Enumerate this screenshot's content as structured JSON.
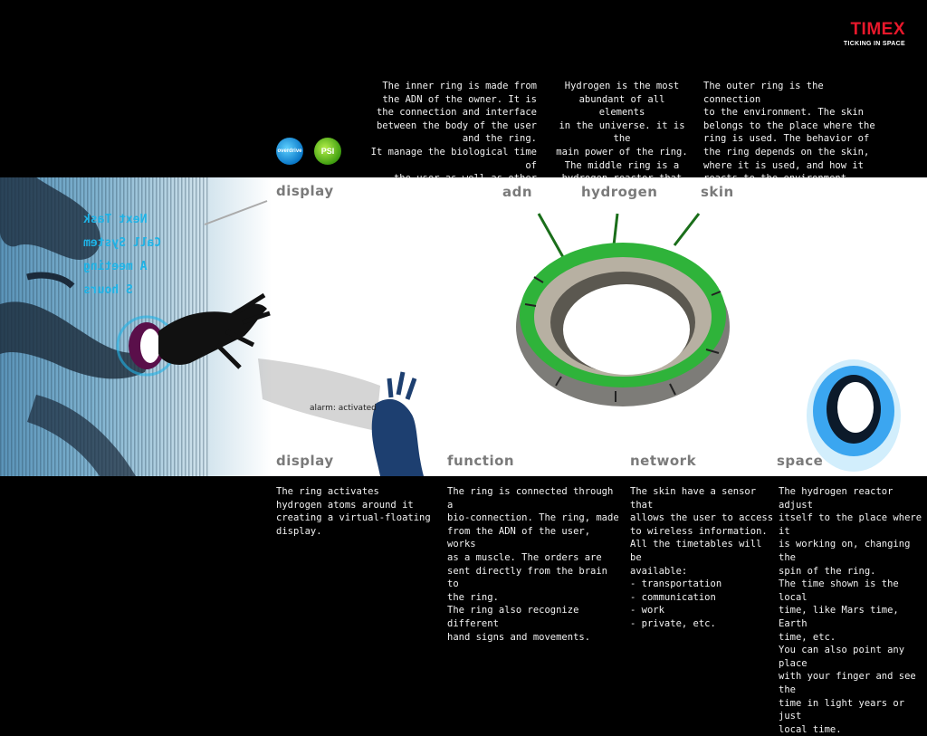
{
  "brand": {
    "name": "TIMEX",
    "tagline": "TICKING IN SPACE"
  },
  "badges": {
    "left": "overdrive",
    "right": "PSI"
  },
  "top_descriptions": {
    "inner_ring": "The inner ring is made from\nthe ADN of the owner.  It is\nthe  connection and interface\nbetween the body of the user\nand the ring.\nIt manage the biological time of\nthe user as well as other information.",
    "hydrogen": "Hydrogen is the most\nabundant of all elements\nin the universe.  it is the\nmain power of the ring.\nThe middle ring is a\nhydrogen reactor that\nmakes the ring work.",
    "outer_ring": "The outer ring is the connection\nto the environment.  The skin\nbelongs to the place where the\nring is used.  The behavior of\nthe ring depends on the skin,\nwhere it is used, and how it\nreacts to the environment."
  },
  "ring_labels": {
    "display": "display",
    "adn": "adn",
    "hydrogen": "hydrogen",
    "skin": "skin"
  },
  "mirrored_display_text": "Next Task\nCall System\nA meeting\nS hours",
  "alarm_text": "alarm: activated",
  "sections": [
    {
      "title": "display",
      "text": "The ring activates\nhydrogen atoms around it\ncreating a virtual-floating\ndisplay."
    },
    {
      "title": "function",
      "text": "The ring is connected through a\nbio-connection.  The ring, made\nfrom the ADN of the user, works\nas a muscle.  The orders are\nsent directly from the brain to\nthe ring.\nThe ring also recognize different\nhand signs and movements."
    },
    {
      "title": "network",
      "text": "The skin have a sensor that\nallows the user to access\nto wireless information.\nAll the timetables will be\navailable:\n  - transportation\n  - communication\n  - work\n  - private, etc."
    },
    {
      "title": "space",
      "text": "The hydrogen reactor adjust\nitself to the place where it\nis working on, changing the\nspin of the ring.\nThe time shown is the local\ntime, like Mars time, Earth\ntime, etc.\nYou can also point any place\nwith your finger and see the\ntime in light years or just\nlocal time."
    }
  ],
  "colors": {
    "brand_red": "#e8182b",
    "ring_green": "#34c43a",
    "display_blue": "#1fb3e6",
    "background": "#000000"
  }
}
